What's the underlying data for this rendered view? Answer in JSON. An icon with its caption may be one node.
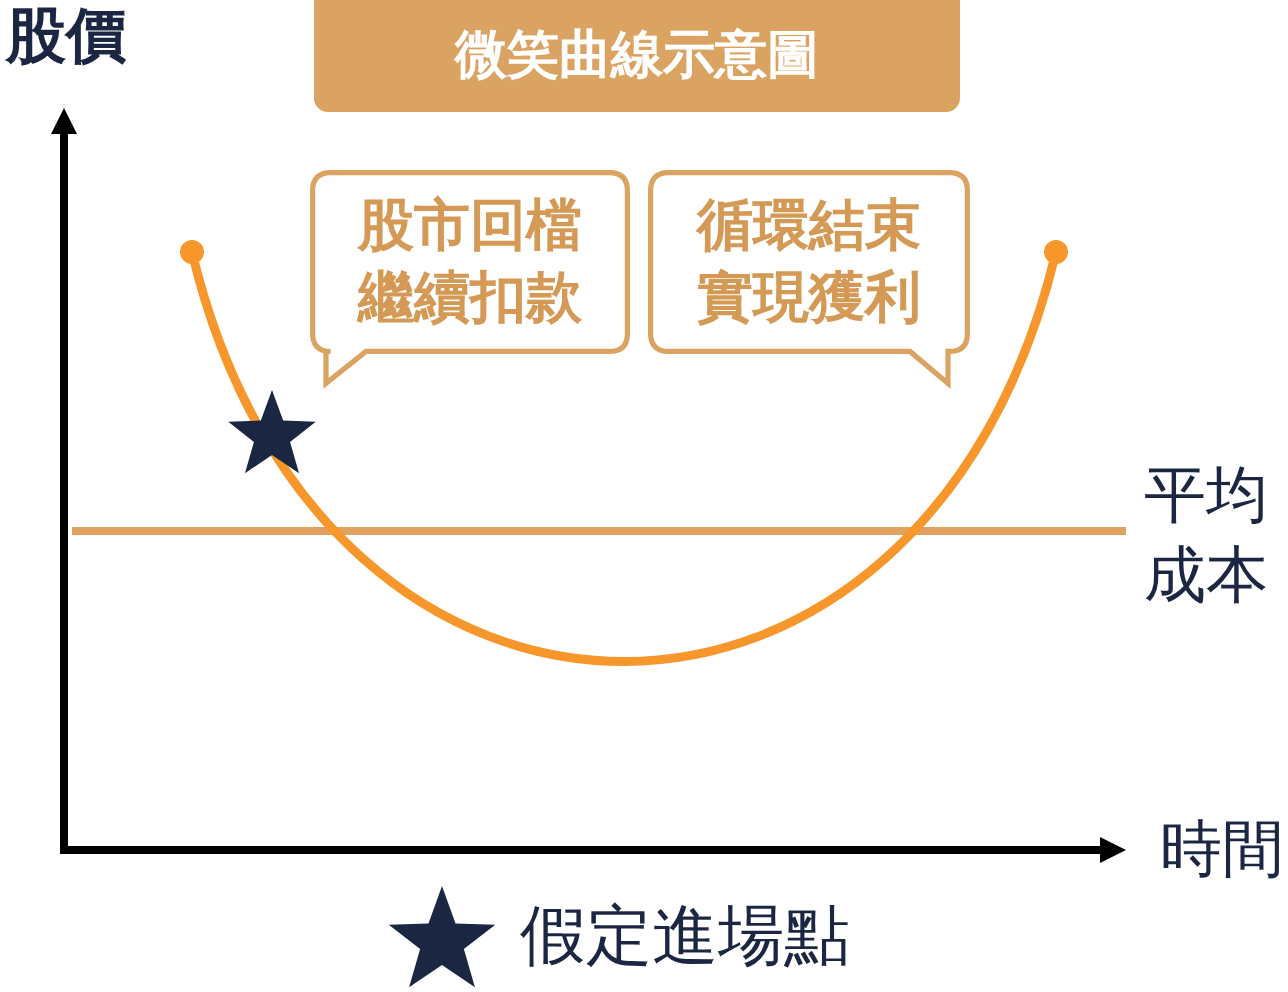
{
  "diagram": {
    "title": "微笑曲線示意圖",
    "nodes": [
      {
        "text": [
          "股市回檔繼續扣款"
        ]
      },
      {
        "text": [
          "循環結束實現獲利"
        ]
      }
    ],
    "labels": [
      "股價",
      "平均成本",
      "時間"
    ],
    "legend": [
      {
        "text": "假定進場點"
      }
    ]
  }
}
